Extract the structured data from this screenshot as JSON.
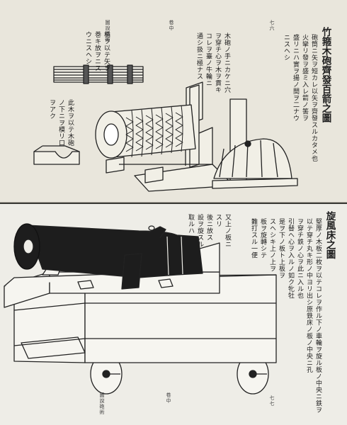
{
  "top_page": {
    "running_head": "圖說砲術",
    "leaf_mark": "卷中",
    "page_number": "七六",
    "title": "竹箍木砲齊發百箭之圖",
    "main_text": [
      "砲筒ニ矢ヲ短カレ以矢ヲ齊發スルカタメ也",
      "火攣リ發ヲ盛ミ入レ箭ノ筈ヲ",
      "盛リニハ實ヲ揚ノ間ヲ二ナウ",
      "ニスヘシ"
    ],
    "mid_text": [
      "木砲ノ手ニカケニ穴",
      "ヲ穿チ心ヲ木ヲ貫キ",
      "コレヲ臺ノ牛輪ニ",
      "通シ扱ニ極ナス"
    ],
    "bundle_text": [
      "楯ヲ以テ矢ヲ",
      "巻キ放ヲニス",
      "ウニスヘシ"
    ],
    "lower_text": [
      "此木ヲ以テ木砲",
      "ノ下ニヲ模リ口",
      "ヲアク"
    ]
  },
  "bottom_page": {
    "running_head": "圖說砲術",
    "leaf_mark": "卷中",
    "page_number": "七七",
    "title": "旋風床之圖",
    "main_text": [
      "堅厚ノ木板二枚ヲ以テコレヲ作ル下ノ車輪ヲ旋ル板ノ中央ニ鉄ヲ",
      "以テ穿チ丸キ形ノ中ヨリ出シ原鉄床ノ板ノ中央ニ孔",
      "ヲ穿チ鉄ノ心ヲ此ニ入ル也",
      "引替ヘ心ヲ入ルノ如ク牝牡",
      "是ヲ下ノ板ト上板ヲ",
      "スヘシキ上ノ上ヲ",
      "板ヲ旋轉シテ",
      "難打スル一便"
    ],
    "side_text": [
      "又上ノ板ニ",
      "スリ",
      "後ニ放ス",
      "設ヲ旋スル",
      "取ルハ"
    ]
  }
}
